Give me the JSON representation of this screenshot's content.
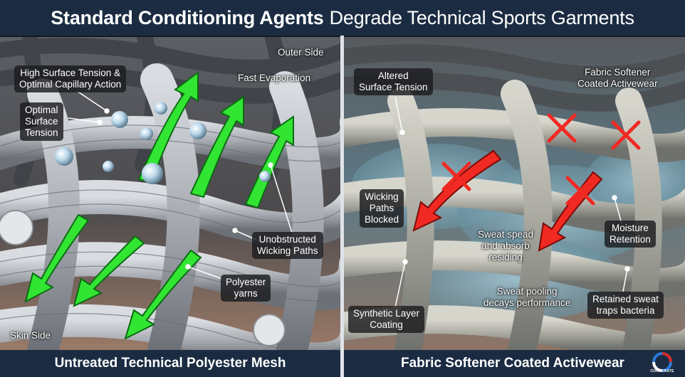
{
  "title": {
    "bold": "Standard Conditioning Agents",
    "rest": "Degrade Technical Sports Garments"
  },
  "left_panel": {
    "outer_side": "Outer Side",
    "skin_side": "Skin Side",
    "fast_evaporation": "Fast Evaporation",
    "high_surface_tension": [
      "High Surface Tension &",
      "Optimal Capillary Action"
    ],
    "optimal_surface_tension": [
      "Optimal",
      "Surface",
      "Tension"
    ],
    "unobstructed_wicking": [
      "Unobstructed",
      "Wicking Paths"
    ],
    "polyester_yarns": [
      "Polyester",
      "yarns"
    ],
    "caption": "Untreated Technical Polyester Mesh"
  },
  "right_panel": {
    "altered_surface_tension": [
      "Altered",
      "Surface Tension"
    ],
    "fabric_softener_coated": [
      "Fabric Softener",
      "Coated Activewear"
    ],
    "wicking_blocked": [
      "Wicking",
      "Paths",
      "Blocked"
    ],
    "sweat_spread": [
      "Sweat spead",
      "and absorb",
      "residing"
    ],
    "moisture_retention": [
      "Moisture",
      "Retention"
    ],
    "sweat_pooling": [
      "Sweat pooling",
      "decays performance"
    ],
    "retained_sweat": [
      "Retained sweat",
      "traps bacteria"
    ],
    "synthetic_layer": [
      "Synthetic Layer",
      "Coating"
    ],
    "caption": "Fabric Softener Coated Activewear"
  },
  "logo": {
    "text": "CORPORATE"
  },
  "colors": {
    "title_bg": "#1b2c42",
    "green_arrow": "#33e533",
    "red_arrow": "#f02a22",
    "yarn_grey": "#a9adb3",
    "coating_blue": "#7fa9b8"
  }
}
